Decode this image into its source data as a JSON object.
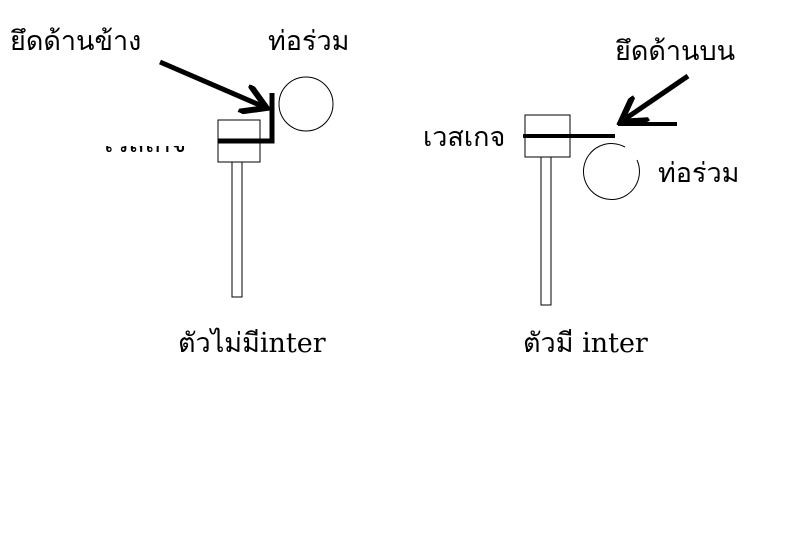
{
  "left_diagram": {
    "side_mount_label": "ยึดด้านข้าง",
    "manifold_label": "ท่อร่วม",
    "gauge_label": "เวสเกจ",
    "caption": "ตัวไม่มีinter"
  },
  "right_diagram": {
    "top_mount_label": "ยึดด้านบน",
    "gauge_label": "เวสเกจ",
    "manifold_label": "ท่อร่วม",
    "caption": "ตัวมี inter"
  }
}
